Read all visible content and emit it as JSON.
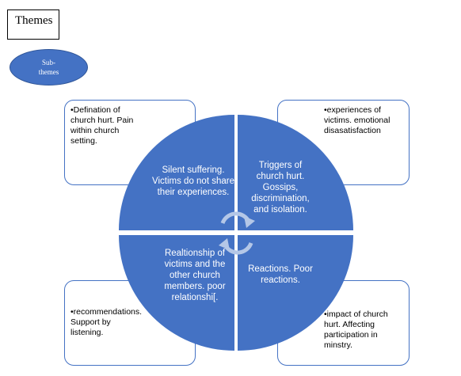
{
  "title": "Themes",
  "subtitle": "Sub-themes",
  "colors": {
    "accent": "#4472c4",
    "accent_border": "#2f5597",
    "quad_text": "#ffffff"
  },
  "quadrants": {
    "top_left": "Silent suffering. Victims do not share their experiences.",
    "top_right": "Triggers of church hurt. Gossips, discrimination, and isolation.",
    "bottom_left": "Realtionship of victims and the other church members. poor relationshi[.",
    "bottom_right": "Reactions. Poor reactions."
  },
  "notes": {
    "top_left": "•Defination of church hurt. Pain within church setting.",
    "top_right": "•experiences of victims. emotional disasatisfaction",
    "bottom_left": "•recommendations. Support by listening.",
    "bottom_right": "•impact of church hurt.  Affecting participation in minstry."
  },
  "icons": {
    "center": "circular-arrows-icon"
  }
}
